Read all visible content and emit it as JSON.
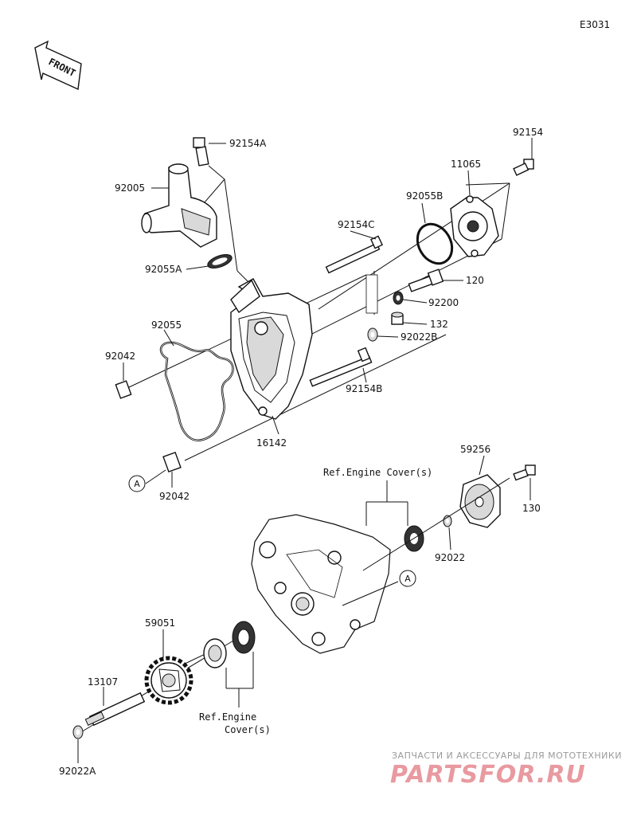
{
  "diagram_code": "E3031",
  "front_label": "FRONT",
  "parts": {
    "p92154A": "92154A",
    "p92005": "92005",
    "p92055A": "92055A",
    "p92055": "92055",
    "p92042a": "92042",
    "p92042b": "92042",
    "p92154C": "92154C",
    "p92055B": "92055B",
    "p11065": "11065",
    "p92154": "92154",
    "p120": "120",
    "p92200": "92200",
    "p132": "132",
    "p92022B": "92022B",
    "p92154B": "92154B",
    "p16142": "16142",
    "p59256": "59256",
    "p130": "130",
    "p92022": "92022",
    "p59051": "59051",
    "p13107": "13107",
    "p92022A": "92022A"
  },
  "refs": {
    "ref_top": "Ref.Engine Cover(s)",
    "ref_bottom_1": "Ref.Engine",
    "ref_bottom_2": "Cover(s)"
  },
  "callout_letter": "A",
  "watermark": {
    "line1": "ЗАПЧАСТИ И АКСЕССУАРЫ ДЛЯ МОТОТЕХНИКИ",
    "line2": "PARTSFOR.RU"
  }
}
